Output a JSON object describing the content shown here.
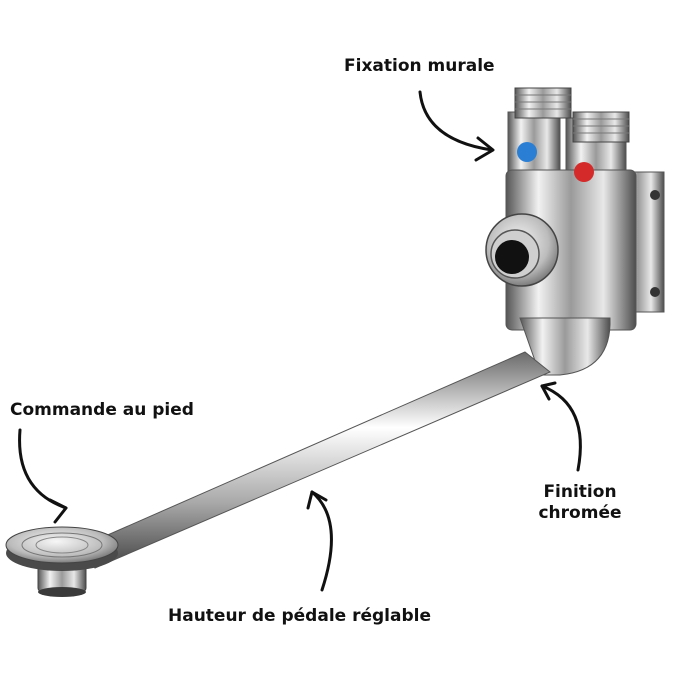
{
  "labels": {
    "fixation": "Fixation murale",
    "commande": "Commande au pied",
    "finition_line1": "Finition",
    "finition_line2": "chromée",
    "hauteur": "Hauteur de pédale réglable"
  },
  "colors": {
    "chrome_light": "#f4f4f4",
    "chrome_mid": "#b9b9b9",
    "chrome_dark": "#4a4a4a",
    "cold_marker": "#2a7fd4",
    "hot_marker": "#d42a2a",
    "text": "#111111"
  }
}
